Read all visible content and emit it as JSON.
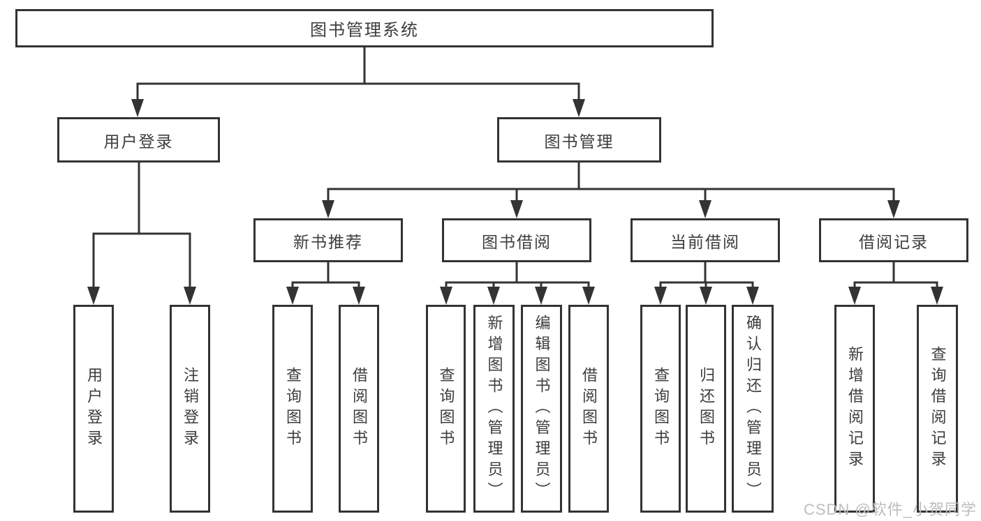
{
  "colors": {
    "line": "#333333",
    "text": "#3d3d3d",
    "watermark": "#bdbdbd",
    "bg": "#ffffff"
  },
  "root": {
    "label": "图书管理系统"
  },
  "branches": [
    {
      "label": "用户登录",
      "children": [
        {
          "label": "用户登录"
        },
        {
          "label": "注销登录"
        }
      ]
    },
    {
      "label": "图书管理",
      "children": [
        {
          "label": "新书推荐",
          "children": [
            {
              "label": "查询图书"
            },
            {
              "label": "借阅图书"
            }
          ]
        },
        {
          "label": "图书借阅",
          "children": [
            {
              "label": "查询图书"
            },
            {
              "label": "新增图书（管理员）"
            },
            {
              "label": "编辑图书（管理员）"
            },
            {
              "label": "借阅图书"
            }
          ]
        },
        {
          "label": "当前借阅",
          "children": [
            {
              "label": "查询图书"
            },
            {
              "label": "归还图书"
            },
            {
              "label": "确认归还（管理员）"
            }
          ]
        },
        {
          "label": "借阅记录",
          "children": [
            {
              "label": "新增借阅记录"
            },
            {
              "label": "查询借阅记录"
            }
          ]
        }
      ]
    }
  ],
  "watermark": {
    "text": "CSDN @软件_小贺同学"
  }
}
